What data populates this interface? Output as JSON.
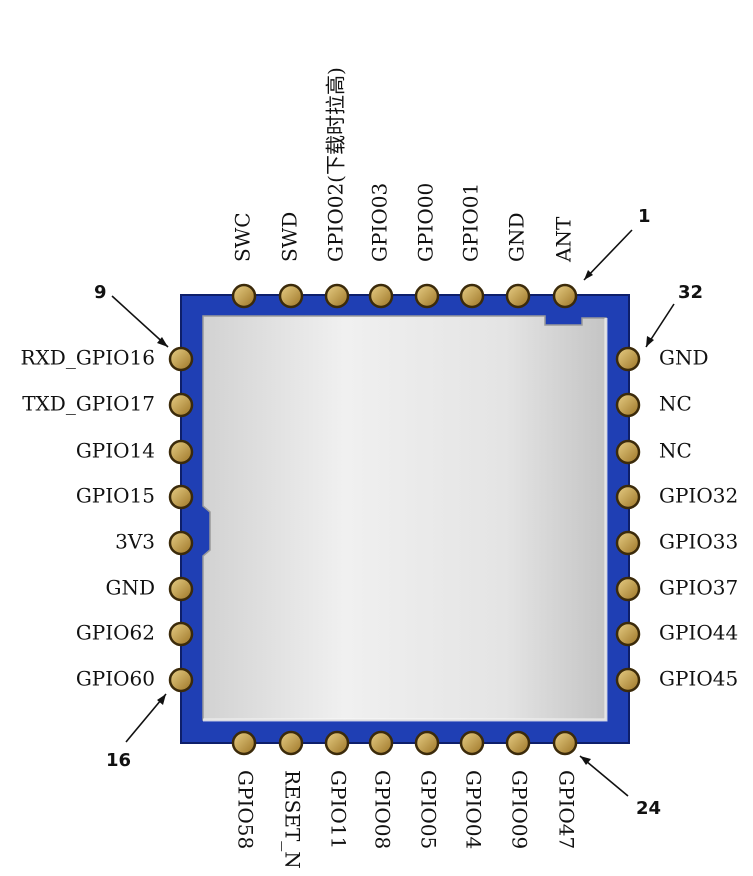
{
  "colors": {
    "board": "#1f3fb4",
    "board_edge": "#0e1f6a",
    "shield": "#e6e6e6",
    "pad_fill": "#c9a24a",
    "pad_stroke": "#3b2a0a",
    "text": "#111111"
  },
  "pins": {
    "top": [
      "SWC",
      "SWD",
      "GPIO02(下载时拉高)",
      "GPIO03",
      "GPIO00",
      "GPIO01",
      "GND",
      "ANT"
    ],
    "left": [
      "RXD_GPIO16",
      "TXD_GPIO17",
      "GPIO14",
      "GPIO15",
      "3V3",
      "GND",
      "GPIO62",
      "GPIO60"
    ],
    "right": [
      "GND",
      "NC",
      "NC",
      "GPIO32",
      "GPIO33",
      "GPIO37",
      "GPIO44",
      "GPIO45"
    ],
    "bottom": [
      "GPIO58",
      "RESET_N",
      "GPIO11",
      "GPIO08",
      "GPIO05",
      "GPIO04",
      "GPIO09",
      "GPIO47"
    ]
  },
  "pin_numbers": {
    "pin1": "1",
    "pin9": "9",
    "pin16": "16",
    "pin24": "24",
    "pin32": "32"
  }
}
